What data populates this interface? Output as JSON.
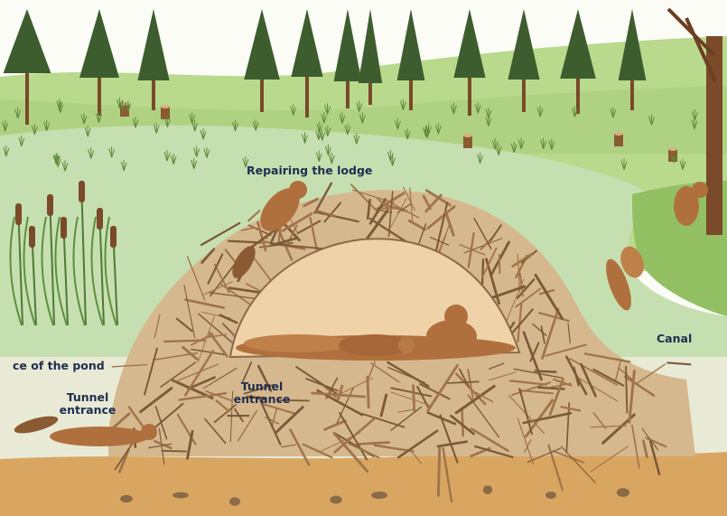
{
  "labels": {
    "repairing": "Repairing the lodge",
    "surface": "ce of the pond",
    "tunnel_left_1": "Tunnel",
    "tunnel_left_2": "entrance",
    "tunnel_center_1": "Tunnel",
    "tunnel_center_2": "entrance",
    "canal": "Canal"
  },
  "colors": {
    "label_text": "#1e2d4f",
    "sky": "#fbfcf6",
    "meadow": "#b9d98c",
    "pond": "#c6dfb1",
    "underwater": "#e8ead6",
    "sediment": "#d9a662",
    "chamber": "#efd2a8",
    "stick": "#a0744a",
    "beaver": "#b0703e",
    "tree": "#3e5d2f"
  },
  "icons": [
    "tree-icon",
    "beaver-icon",
    "cattail-icon",
    "stump-icon"
  ]
}
